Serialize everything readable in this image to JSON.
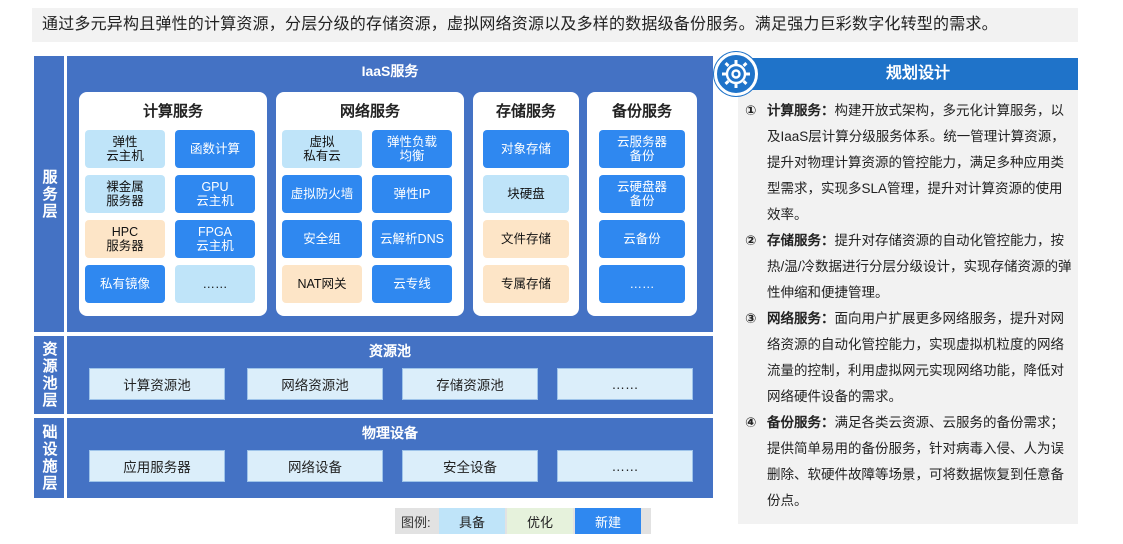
{
  "intro": "通过多元异构且弹性的计算资源，分层分级的存储资源，虚拟网络资源以及多样的数据级备份服务。满足强力巨彩数字化转型的需求。",
  "layers": {
    "service": {
      "label": "服务层",
      "title": "IaaS服务",
      "compute": {
        "title": "计算服务",
        "items": [
          {
            "text": "弹性\n云主机",
            "status": "have"
          },
          {
            "text": "函数计算",
            "status": "new"
          },
          {
            "text": "裸金属\n服务器",
            "status": "have"
          },
          {
            "text": "GPU\n云主机",
            "status": "new"
          },
          {
            "text": "HPC\n服务器",
            "status": "opt"
          },
          {
            "text": "FPGA\n云主机",
            "status": "new"
          },
          {
            "text": "私有镜像",
            "status": "new"
          },
          {
            "text": "……",
            "status": "have"
          }
        ]
      },
      "network": {
        "title": "网络服务",
        "items": [
          {
            "text": "虚拟\n私有云",
            "status": "have"
          },
          {
            "text": "弹性负载\n均衡",
            "status": "new"
          },
          {
            "text": "虚拟防火墙",
            "status": "new"
          },
          {
            "text": "弹性IP",
            "status": "new"
          },
          {
            "text": "安全组",
            "status": "new"
          },
          {
            "text": "云解析DNS",
            "status": "new"
          },
          {
            "text": "NAT网关",
            "status": "opt"
          },
          {
            "text": "云专线",
            "status": "new"
          }
        ]
      },
      "storage": {
        "title": "存储服务",
        "items": [
          {
            "text": "对象存储",
            "status": "new"
          },
          {
            "text": "块硬盘",
            "status": "have"
          },
          {
            "text": "文件存储",
            "status": "opt"
          },
          {
            "text": "专属存储",
            "status": "opt"
          }
        ]
      },
      "backup": {
        "title": "备份服务",
        "items": [
          {
            "text": "云服务器\n备份",
            "status": "new"
          },
          {
            "text": "云硬盘器\n备份",
            "status": "new"
          },
          {
            "text": "云备份",
            "status": "new"
          },
          {
            "text": "……",
            "status": "new"
          }
        ]
      }
    },
    "pool": {
      "label": "资源池层",
      "title": "资源池",
      "items": [
        "计算资源池",
        "网络资源池",
        "存储资源池",
        "……"
      ]
    },
    "infra": {
      "label": "础设施层",
      "title": "物理设备",
      "items": [
        "应用服务器",
        "网络设备",
        "安全设备",
        "……"
      ]
    }
  },
  "legend": {
    "label": "图例:",
    "have": "具备",
    "opt": "优化",
    "new": "新建"
  },
  "plan": {
    "title": "规划设计",
    "items": [
      {
        "num": "①",
        "head": "计算服务：",
        "body": "构建开放式架构，多元化计算服务，以及IaaS层计算分级服务体系。统一管理计算资源，提升对物理计算资源的管控能力，满足多种应用类型需求，实现多SLA管理，提升对计算资源的使用效率。"
      },
      {
        "num": "②",
        "head": "存储服务：",
        "body": "提升对存储资源的自动化管控能力，按热/温/冷数据进行分层分级设计，实现存储资源的弹性伸缩和便捷管理。"
      },
      {
        "num": "③",
        "head": "网络服务：",
        "body": "面向用户扩展更多网络服务，提升对网络资源的自动化管控能力，实现虚拟机粒度的网络流量的控制，利用虚拟网元实现网络功能，降低对网络硬件设备的需求。"
      },
      {
        "num": "④",
        "head": "备份服务：",
        "body": "满足各类云资源、云服务的备份需求；提供简单易用的备份服务，针对病毒入侵、人为误删除、软硬件故障等场景，可将数据恢复到任意备份点。"
      }
    ]
  },
  "colors": {
    "layer_blue": "#4472c4",
    "have": "#bfe4f9",
    "opt": "#fde5c7",
    "new": "#2f88f0",
    "plan_header": "#1f73c9"
  }
}
